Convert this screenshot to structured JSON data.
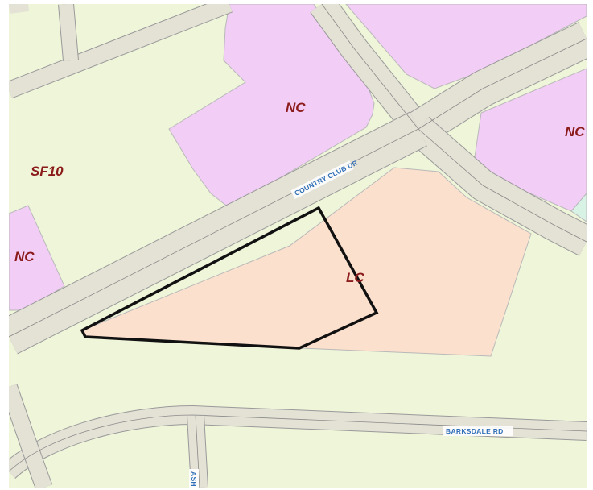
{
  "map": {
    "colors": {
      "background": "#eef5d9",
      "single_family_fill": "#eef5d9",
      "neighborhood_commercial_fill": "#f2cdf6",
      "local_commercial_fill": "#fbe0cd",
      "other_zone_fill": "#d9f2e6",
      "zone_edge": "#b9b9b9",
      "road_fill": "#e4e1d5",
      "road_edge": "#9a9a9a",
      "zone_label": "#8b1a1a",
      "road_label": "#2f6fb8",
      "parcel_outline": "#111111"
    },
    "zone_labels": {
      "nc_top": "NC",
      "nc_right": "NC",
      "sf10": "SF10",
      "nc_left": "NC",
      "lc": "LC"
    },
    "road_labels": {
      "country_club": "COUNTRY CLUB DR",
      "barksdale": "BARKSDALE RD",
      "ash": "ASH"
    }
  }
}
